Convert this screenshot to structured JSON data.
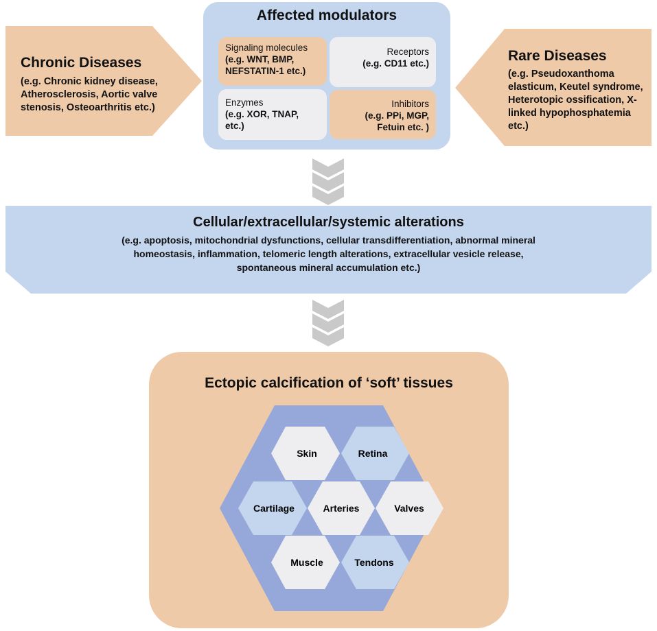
{
  "modulators": {
    "title": "Affected modulators",
    "signaling": {
      "name": "Signaling molecules",
      "examples": "(e.g. WNT, BMP, NEFSTATIN-1 etc.)"
    },
    "receptors": {
      "name": "Receptors",
      "examples": "(e.g. CD11 etc.)"
    },
    "enzymes": {
      "name": "Enzymes",
      "examples": "(e.g. XOR, TNAP, etc.)"
    },
    "inhibitors": {
      "name": "Inhibitors",
      "examples": "(e.g. PPi, MGP, Fetuin etc. )"
    }
  },
  "chronic": {
    "title": "Chronic Diseases",
    "examples": "(e.g. Chronic kidney disease, Atherosclerosis, Aortic valve stenosis, Osteoarthritis etc.)"
  },
  "rare": {
    "title": "Rare Diseases",
    "examples": "(e.g. Pseudoxanthoma elasticum, Keutel syndrome, Heterotopic ossification, X-linked hypophosphatemia etc.)"
  },
  "alterations": {
    "title": "Cellular/extracellular/systemic alterations",
    "examples": "(e.g. apoptosis, mitochondrial dysfunctions, cellular transdifferentiation, abnormal mineral homeostasis, inflammation, telomeric length alterations, extracellular vesicle release, spontaneous mineral accumulation etc.)"
  },
  "calcification": {
    "title": "Ectopic calcification of ‘soft’ tissues",
    "tissues": {
      "skin": "Skin",
      "retina": "Retina",
      "cartilage": "Cartilage",
      "arteries": "Arteries",
      "valves": "Valves",
      "muscle": "Muscle",
      "tendons": "Tendons"
    }
  },
  "colors": {
    "peach": "#eecaa9",
    "light_blue": "#c4d5ee",
    "hex_blue": "#95a8d9",
    "light_grey": "#eeeef0",
    "chevron_grey": "#c9c9c9"
  }
}
